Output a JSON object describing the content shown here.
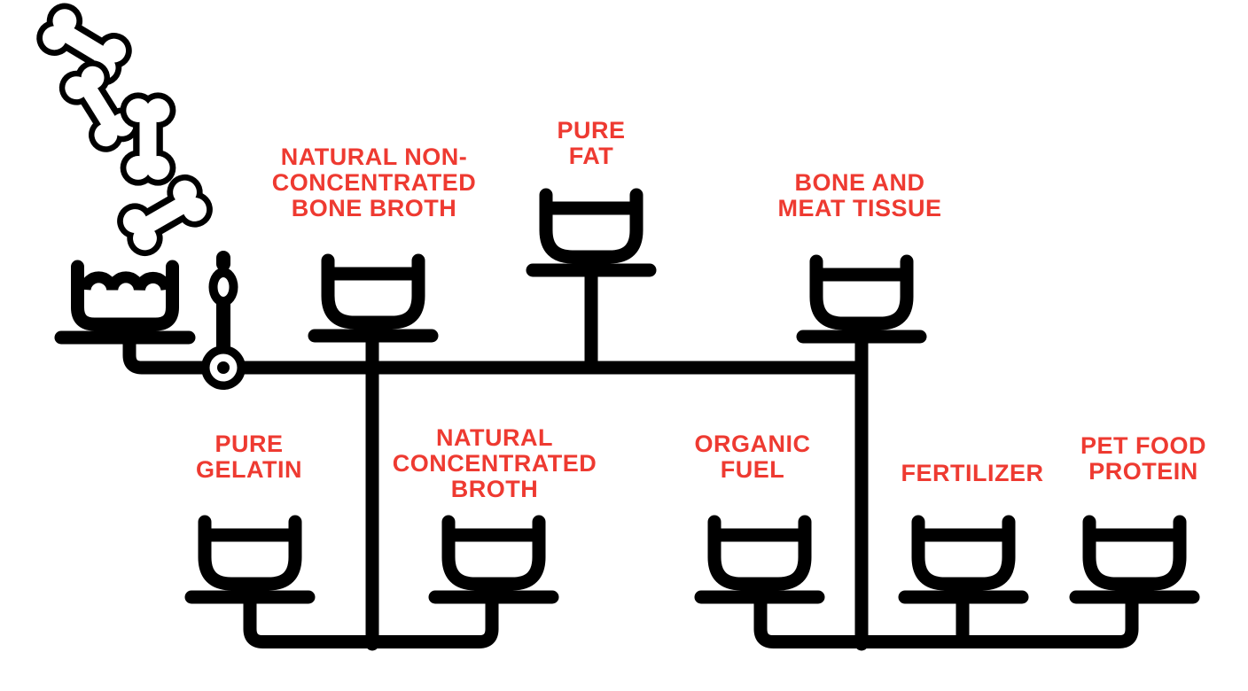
{
  "colors": {
    "label_red": "#ee3a31",
    "line_black": "#000000",
    "background": "#ffffff"
  },
  "icons": {
    "source": "falling-bones-icon",
    "vessel": "cooking-pot-icon",
    "control": "pipe-valve-icon",
    "output": "bowl-icon"
  },
  "nodes": [
    {
      "id": "natural-non-concentrated-bone-broth",
      "lines": [
        "NATURAL NON-",
        "CONCENTRATED",
        "BONE BROTH"
      ]
    },
    {
      "id": "pure-fat",
      "lines": [
        "PURE",
        "FAT"
      ]
    },
    {
      "id": "bone-and-meat-tissue",
      "lines": [
        "BONE AND",
        "MEAT TISSUE"
      ]
    },
    {
      "id": "pure-gelatin",
      "lines": [
        "PURE",
        "GELATIN"
      ]
    },
    {
      "id": "natural-concentrated-broth",
      "lines": [
        "NATURAL",
        "CONCENTRATED",
        "BROTH"
      ]
    },
    {
      "id": "organic-fuel",
      "lines": [
        "ORGANIC",
        "FUEL"
      ]
    },
    {
      "id": "fertilizer",
      "lines": [
        "FERTILIZER"
      ]
    },
    {
      "id": "pet-food-protein",
      "lines": [
        "PET FOOD",
        "PROTEIN"
      ]
    }
  ]
}
